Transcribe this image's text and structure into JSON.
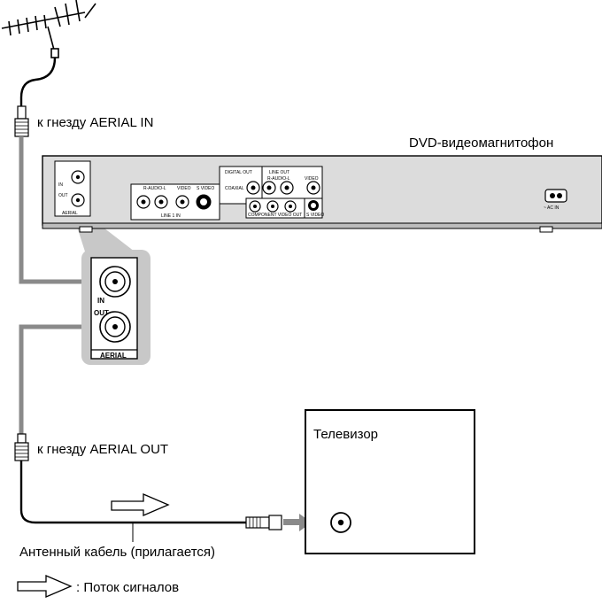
{
  "labels": {
    "to_aerial_in": "к гнезду AERIAL IN",
    "device_name": "DVD-видеомагнитофон",
    "to_aerial_out": "к гнезду AERIAL OUT",
    "tv": "Телевизор",
    "cable": "Антенный кабель (прилагается)",
    "legend": ": Поток сигналов"
  },
  "panel": {
    "in": "IN",
    "out": "OUT",
    "aerial": "AERIAL",
    "digital_out": "DIGITAL OUT",
    "line_out": "LINE OUT",
    "coaxial": "COAXIAL",
    "line1_in": "LINE 1 IN",
    "audio": "R-AUDIO-L",
    "video": "VIDEO",
    "s_video": "S VIDEO",
    "component": "COMPONENT VIDEO OUT",
    "ac_in": "~ AC IN"
  },
  "colors": {
    "cable": "#8a8a8a",
    "panel_fill": "#dcdcdc",
    "zoom_fill": "#c8c8c8",
    "line": "#000000"
  }
}
